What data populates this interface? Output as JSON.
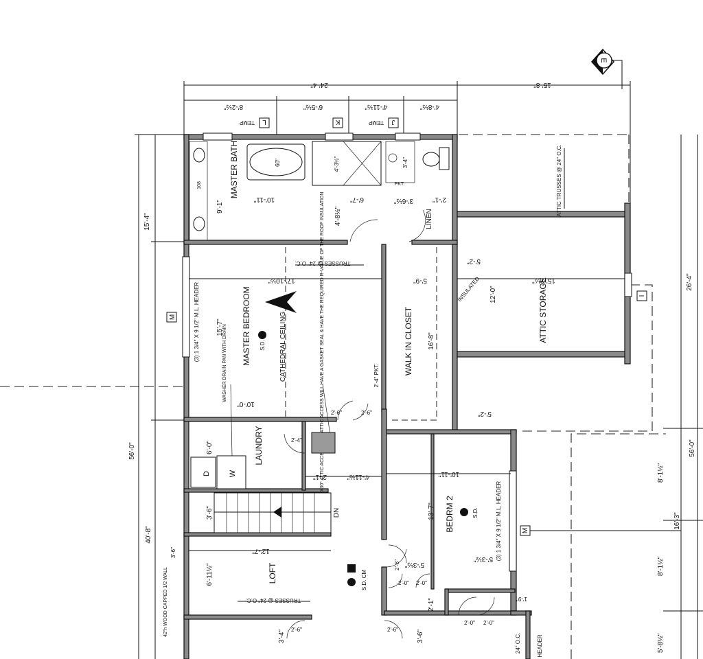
{
  "compass": {
    "label": "E"
  },
  "top_dims": {
    "overall_left": "24'-4\"",
    "overall_right": "15'-8\"",
    "seg1": "8'-2½\"",
    "seg2": "6'-5½\"",
    "seg3": "4'-11½\"",
    "seg4": "4'-8½\""
  },
  "window_tags": {
    "l": "L",
    "k": "K",
    "j": "J",
    "m1": "M",
    "m2": "M",
    "i": "I"
  },
  "temp_labels": {
    "t1": "TEMP",
    "t2": "TEMP"
  },
  "left_dims": {
    "d1": "15'-4\"",
    "d2": "56'-0\"",
    "d3": "40'-8\"",
    "d4": "3'-6\"",
    "d5": "6'-0\"",
    "d6": "6'-11½\"",
    "d7": "3'-4\"",
    "d8": "3'-6\""
  },
  "right_dims": {
    "d1": "26'-4\"",
    "d2": "56'-0\"",
    "d3": "8'-1½\"",
    "d4": "16'-3\"",
    "d5": "8'-1½\"",
    "d6": "5'-8½\""
  },
  "rooms": {
    "master_bath": "MASTER BATH",
    "master_bedroom": "MASTER BEDROOM",
    "walk_in_closet": "WALK IN CLOSET",
    "attic_storage": "ATTIC STORAGE",
    "laundry": "LAUNDRY",
    "bedroom2": "BEDRM 2",
    "loft": "LOFT",
    "linen": "LINEN"
  },
  "notes": {
    "sd": "S.D.",
    "sd_cm": "S.D. CM",
    "cathedral": "CATHEDRAL CEILING",
    "header1": "(3) 1 3/4\" X 9 1/2\" M.L. HEADER",
    "header2": "(3) 1 3/4\" X 9 1/2\" M.L. HEADER",
    "washer": "WASHER DRAIN PAN WITH DRAIN",
    "attic_access": "22\"X30\" ATTIC ACCESS (typ.) ATTIC ACCESS WILL HAVE A GASKET SEAL & HAVE THE REQUIRED R-VALUE OF THE ROOF INSULATION",
    "trusses1": "TRUSSES @ 24\" O.C.",
    "trusses2": "TRUSSES @ 24\" O.C.",
    "attic_trusses": "ATTIC TRUSSES @ 24\" O.C.",
    "insulated": "INSULATED",
    "wood_wall": "42\"h WOOD CAPPED 1/2 WALL",
    "dn": "DN",
    "pkt": "PKT.",
    "pkt2": "2'-4\" PKT.",
    "tub": "60\"",
    "w": "W",
    "d": "D",
    "oc": "24\" O.C.",
    "header3": "HEADER",
    "size108": "108"
  },
  "room_dims": {
    "bath_w": "10'-11\"",
    "bath_h": "9'-1\"",
    "shower1": "4'-3½\"",
    "shower2": "4'-8½\"",
    "wc": "3'-4\"",
    "hall1": "6'-7\"",
    "hall2": "3'-6½\"",
    "hall3": "2'-1\"",
    "mbr_w": "17'-10½\"",
    "mbr_d": "15'-7\"",
    "mbr_b": "10'-0\"",
    "closet_w": "5'-9\"",
    "closet_h": "16'-8\"",
    "attic_w": "15'-2½\"",
    "attic_h": "12'-0\"",
    "attic_top": "5'-2\"",
    "attic_side": "5'-2\"",
    "lau1": "2'-1\"",
    "lau2": "4'-11½\"",
    "br_w": "10'-11\"",
    "br_h": "13'-7\"",
    "br_c": "5'-3½\"",
    "br_c2": "5'-3½\"",
    "loft_w": "12'-7\"",
    "loft_x": "3'-6\"",
    "d26a": "2'-6\"",
    "d26b": "2'-6\"",
    "d20a": "2'-0\"",
    "d20b": "2'-0\"",
    "d21": "2'-1\"",
    "d19": "1'-9\"",
    "d24": "2'-4\""
  }
}
